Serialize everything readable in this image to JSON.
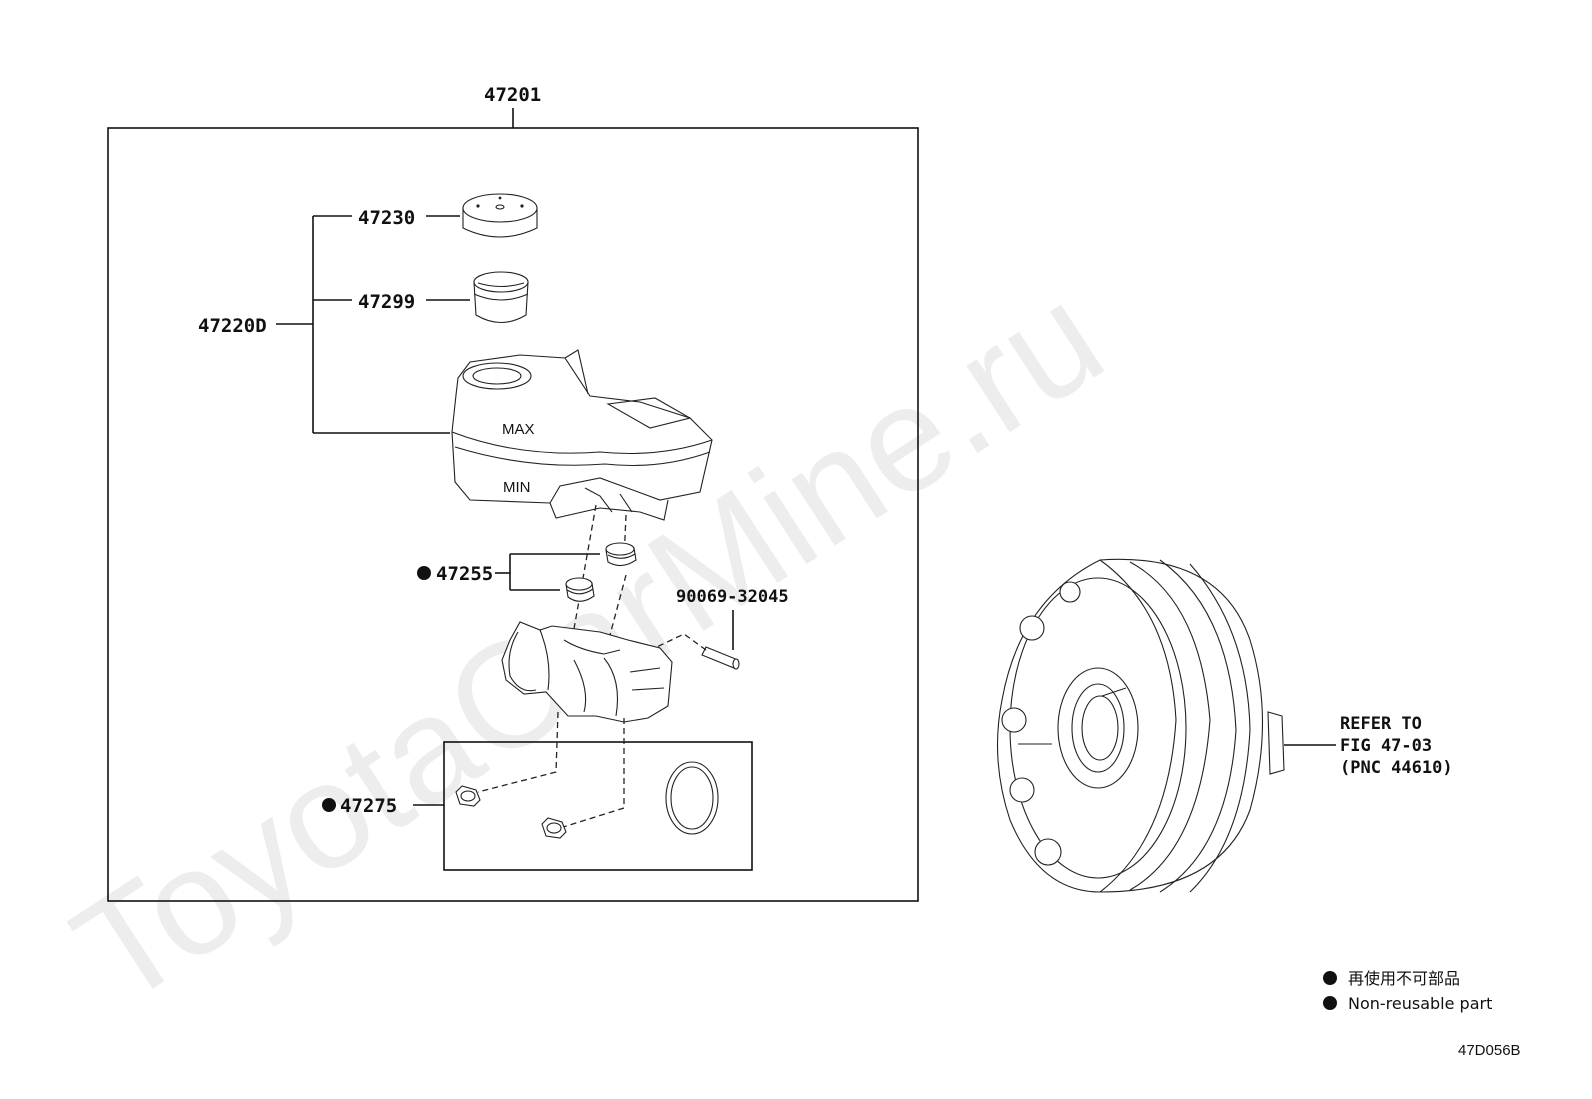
{
  "labels": {
    "assembly": "47201",
    "cap": "47230",
    "strainer": "47299",
    "reservoir_sub": "47220D",
    "grommet": "47255",
    "plug": "47275",
    "pin": "90069-32045"
  },
  "refer_note": {
    "line1": "REFER TO",
    "line2": "FIG 47-03",
    "line3": "(PNC 44610)"
  },
  "legend": {
    "ja": "再使用不可部品",
    "en": "Non-reusable part"
  },
  "watermark": "ToyotaCarMine.ru",
  "figure_code": "47D056B"
}
